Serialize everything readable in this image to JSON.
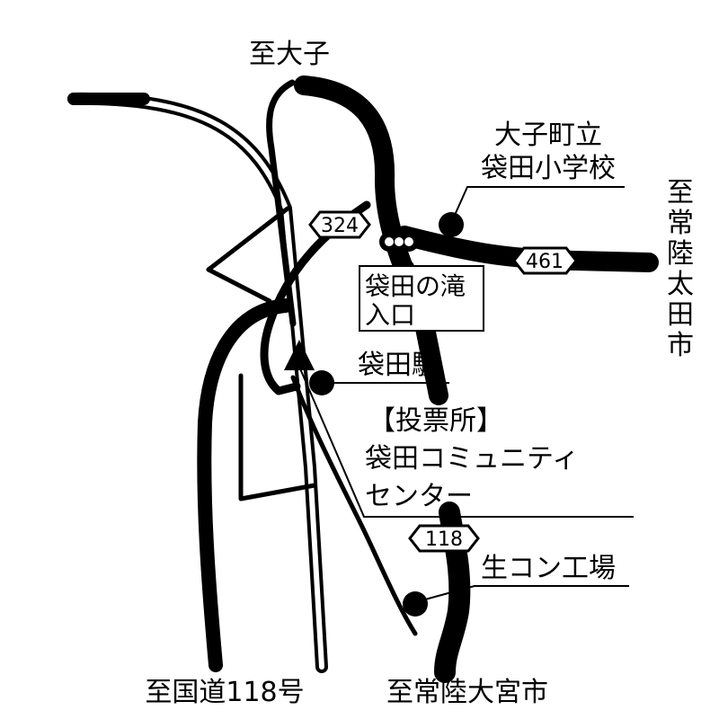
{
  "map": {
    "destinations": {
      "north": "至大子",
      "east": "至常陸太田市",
      "south_west": "至国道118号",
      "south_east": "至常陸大宮市"
    },
    "routes": {
      "r324": "324",
      "r461": "461",
      "r118": "118"
    },
    "places": {
      "school": [
        "大子町立",
        "袋田小学校"
      ],
      "falls_entrance": [
        "袋田の滝",
        "入口"
      ],
      "station": "袋田駅",
      "polling_station": [
        "【投票所】",
        "袋田コミュニティ",
        "センター"
      ],
      "concrete_plant": "生コン工場"
    },
    "colors": {
      "ink": "#000000",
      "paper": "#ffffff"
    }
  }
}
